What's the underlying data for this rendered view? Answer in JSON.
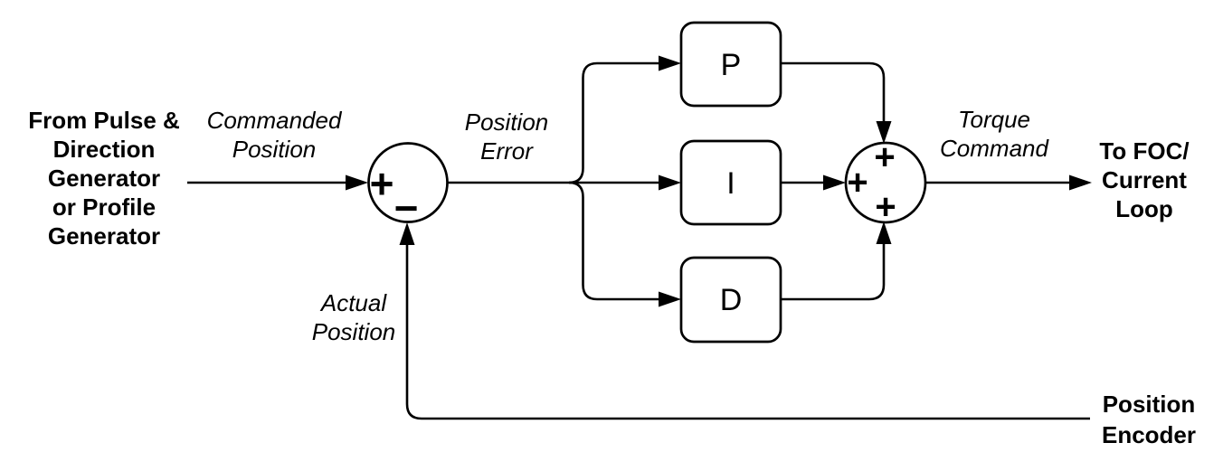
{
  "colors": {
    "line": "#000000",
    "background": "#ffffff",
    "text": "#000000"
  },
  "labels": {
    "source": "From Pulse &\nDirection\nGenerator\nor Profile\nGenerator",
    "commanded_position": "Commanded\nPosition",
    "position_error": "Position\nError",
    "torque_command": "Torque\nCommand",
    "destination": "To FOC/\nCurrent\nLoop",
    "actual_position": "Actual\nPosition",
    "position_encoder": "Position\nEncoder"
  },
  "blocks": {
    "proportional": "P",
    "integral": "I",
    "derivative": "D"
  },
  "summing_junction_input": {
    "plus": "+",
    "minus": "−"
  },
  "summing_junction_output": {
    "plus_top": "+",
    "plus_left": "+",
    "plus_bottom": "+"
  }
}
